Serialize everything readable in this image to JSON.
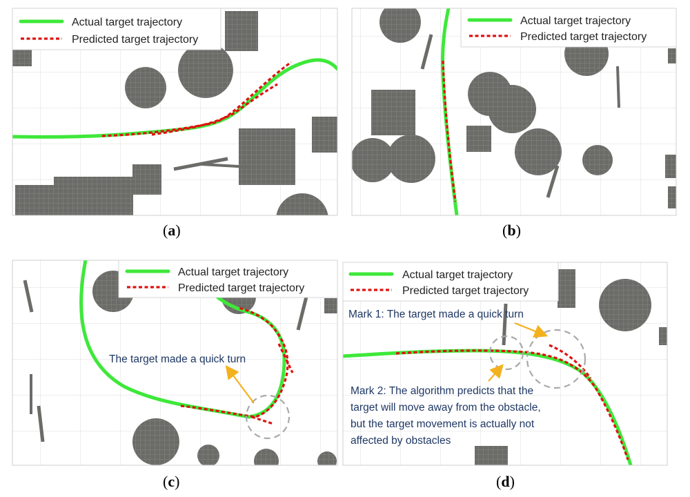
{
  "legend": {
    "actual": "Actual target trajectory",
    "predicted": "Predicted target trajectory"
  },
  "captions": [
    "a",
    "b",
    "c",
    "d"
  ],
  "annotations": {
    "c_turn": "The target made a quick turn",
    "d_mark1": "Mark 1: The target made a quick turn",
    "d_mark2_line1": "Mark 2: The algorithm predicts that the",
    "d_mark2_line2": "target will move away from the obstacle,",
    "d_mark2_line3": "but the target movement is actually not",
    "d_mark2_line4": "affected by obstacles"
  },
  "colors": {
    "actual": "#3ee83a",
    "predicted": "#e01010",
    "obstacle": "#6b6b68",
    "annotation_text": "#1f3864",
    "arrow": "#f4b11e"
  }
}
